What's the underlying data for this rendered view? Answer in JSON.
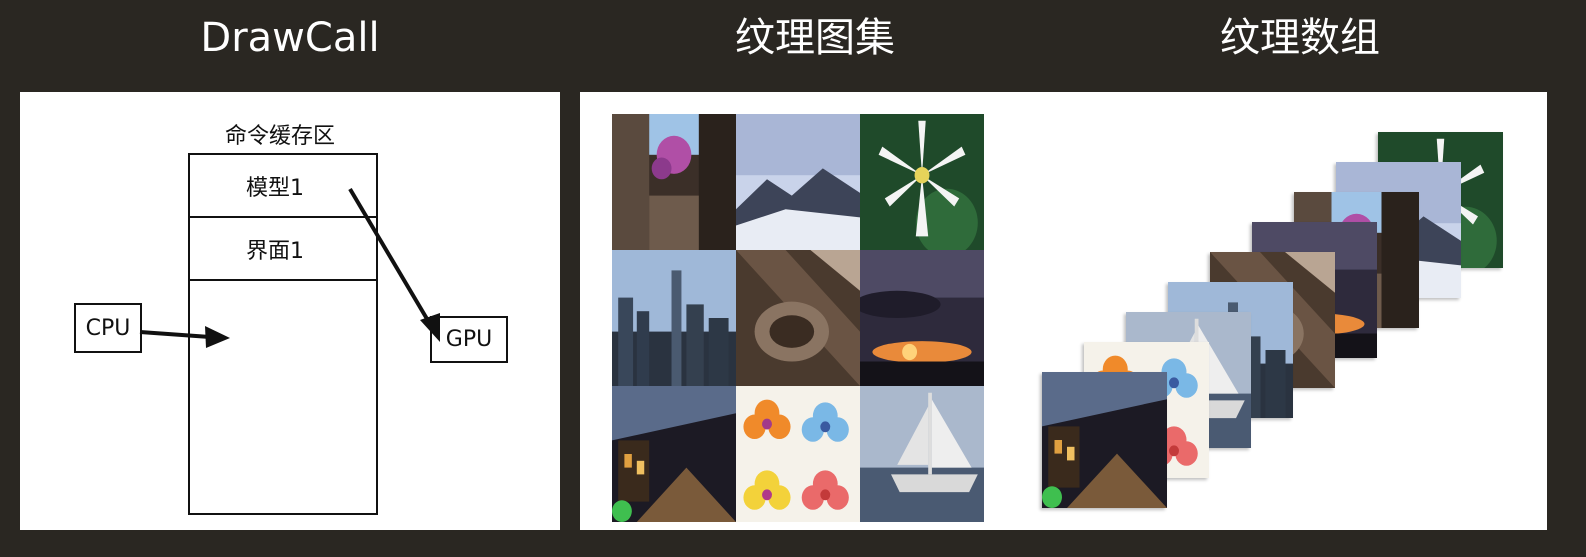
{
  "headings": {
    "drawcall": "DrawCall",
    "atlas": "纹理图集",
    "array": "纹理数组"
  },
  "drawcall_diagram": {
    "buffer_title": "命令缓存区",
    "rows": [
      "模型1",
      "界面1"
    ],
    "cpu_label": "CPU",
    "gpu_label": "GPU"
  },
  "texture_atlas": {
    "tiles": [
      "alley-with-flowers-photo",
      "snowy-mountains-photo",
      "white-flower-photo",
      "city-skyline-photo",
      "wood-texture-photo",
      "sunset-clouds-photo",
      "night-street-photo",
      "flower-pattern-photo",
      "sailboat-photo"
    ]
  },
  "texture_array": {
    "layers": [
      "white-flower-photo",
      "snowy-mountains-photo",
      "alley-with-flowers-photo",
      "sunset-clouds-photo",
      "wood-texture-photo",
      "city-skyline-photo",
      "sailboat-photo",
      "flower-pattern-photo",
      "night-street-photo"
    ]
  },
  "colors": {
    "background": "#2a2722",
    "panel": "#ffffff",
    "line": "#111111"
  }
}
